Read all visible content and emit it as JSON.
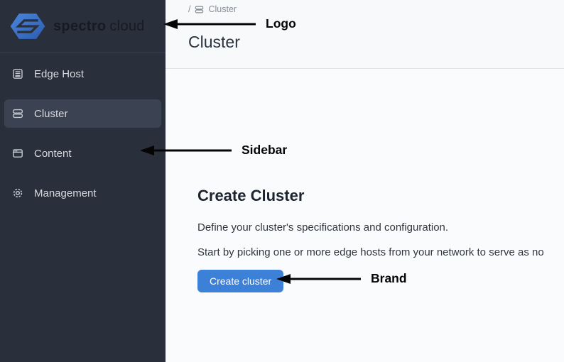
{
  "brand": {
    "name_primary": "spectro",
    "name_secondary": "cloud"
  },
  "sidebar": {
    "items": [
      {
        "label": "Edge Host",
        "icon": "edge-host-icon",
        "active": false
      },
      {
        "label": "Cluster",
        "icon": "cluster-icon",
        "active": true
      },
      {
        "label": "Content",
        "icon": "content-icon",
        "active": false
      },
      {
        "label": "Management",
        "icon": "management-icon",
        "active": false
      }
    ]
  },
  "breadcrumb": {
    "separator": "/",
    "icon": "cluster-icon",
    "current": "Cluster"
  },
  "header": {
    "title": "Cluster"
  },
  "main": {
    "heading": "Create Cluster",
    "description1": "Define your cluster's specifications and configuration.",
    "description2": "Start by picking one or more edge hosts from your network to serve as no",
    "create_button_label": "Create cluster"
  },
  "annotations": [
    {
      "label": "Logo"
    },
    {
      "label": "Sidebar"
    },
    {
      "label": "Brand"
    }
  ],
  "colors": {
    "sidebar_bg": "#2a303b",
    "sidebar_active_bg": "#3b4251",
    "sidebar_divider": "#3a4150",
    "sidebar_text": "#d7dade",
    "brand_text": "#151a23",
    "logo_blue_light": "#4b86dd",
    "logo_blue_dark": "#2b5cae",
    "content_bg": "#f8f9fa",
    "header_divider": "#e2e4e8",
    "breadcrumb_text": "#868d97",
    "title_text": "#2b3340",
    "heading_text": "#1d2430",
    "body_text": "#31363e",
    "accent_button": "#3d80d8",
    "button_text": "#ffffff",
    "annotation": "#050505"
  }
}
